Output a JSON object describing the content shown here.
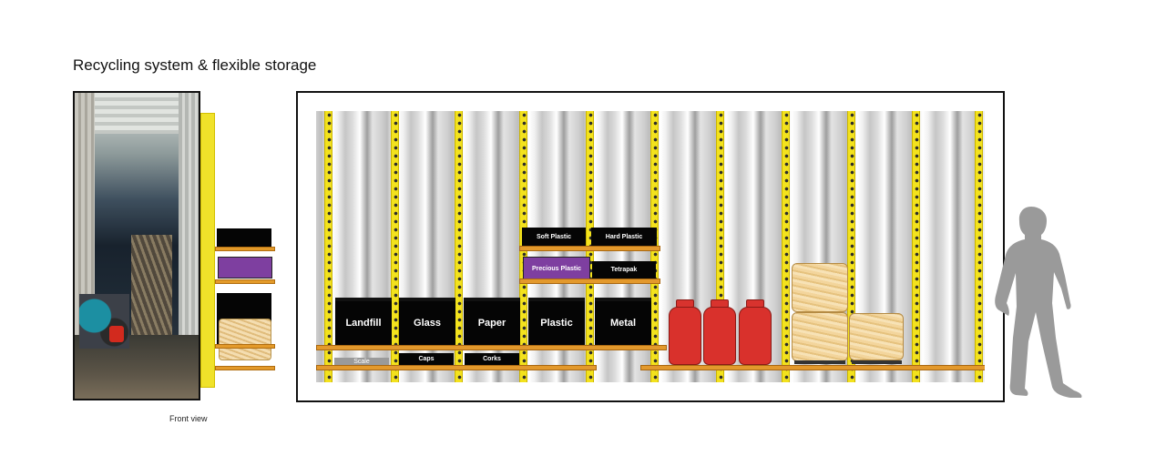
{
  "title": "Recycling system & flexible storage",
  "front_view_caption": "Front view",
  "bins_large": [
    "Landfill",
    "Glass",
    "Paper",
    "Plastic",
    "Metal"
  ],
  "bins_upper": {
    "soft_plastic": "Soft Plastic",
    "hard_plastic": "Hard Plastic",
    "precious_plastic": "Precious Plastic",
    "tetrapak": "Tetrapak"
  },
  "bins_lower": {
    "scale": "Scale",
    "caps": "Caps",
    "corks": "Corks"
  },
  "colors": {
    "post_yellow": "#f3e21d",
    "shelf_orange": "#e3992c",
    "precious_purple": "#7e3fa0",
    "tank_red": "#d9312c"
  }
}
